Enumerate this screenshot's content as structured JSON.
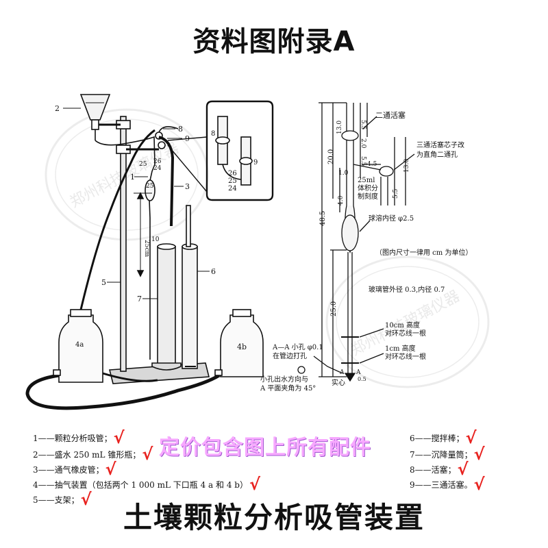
{
  "title_top": "资料图附录A",
  "title_bottom": "土壤颗粒分析吸管装置",
  "banner": "定价包含图上所有配件",
  "watermark": "郑州科技玻璃仪器",
  "legend_left": [
    {
      "label": "1——颗粒分析吸管；",
      "check": "√"
    },
    {
      "label": "2——盛水 250 mL 锥形瓶；",
      "check": "√"
    },
    {
      "label": "3——通气橡皮管；",
      "check": "√"
    },
    {
      "label": "4——抽气装置（包括两个 1 000 mL 下口瓶 4 a 和 4 b）",
      "check": "√"
    },
    {
      "label": "5——支架；",
      "check": "√"
    }
  ],
  "legend_right": [
    {
      "label": "6——搅拌棒；",
      "check": "√"
    },
    {
      "label": "7——沉降量筒；",
      "check": "√"
    },
    {
      "label": "8——活塞；",
      "check": "√"
    },
    {
      "label": "9——三通活塞。",
      "check": "√"
    }
  ],
  "left_labels": {
    "n1": "1",
    "n2": "2",
    "n3": "3",
    "n4a": "4a",
    "n4b": "4b",
    "n5": "5",
    "n6": "6",
    "n7": "7",
    "n8": "8",
    "n9": "9",
    "m25a": "25",
    "m26a": "26",
    "m24a": "24",
    "m25b": "25",
    "dim25": "25cm",
    "m10": "10",
    "inset26": "26",
    "inset25": "25",
    "inset24": "24",
    "inset8": "8",
    "inset9": "9"
  },
  "right_labels": {
    "two_way": "二通活塞",
    "three_way_1": "三通活塞芯子改",
    "three_way_2": "为直角二通孔",
    "vol_1": "25ml",
    "vol_2": "体积分",
    "vol_3": "制刻度",
    "bulb": "球溶内径 φ2.5",
    "unit_note": "（图内尺寸一律用 cm 为单位）",
    "glass_tube": "玻璃管外径 0.3,内径 0.7",
    "h10_1": "10cm 高度",
    "h10_2": "对环芯线一根",
    "h1_1": "1cm 高度",
    "h1_2": "对环芯线一根",
    "hole_1": "A—A 小孔 φ0.1",
    "hole_2": "在管边打孔",
    "hole_3": "小孔出水方向与",
    "hole_4": "A 平面夹角为 45°",
    "solid": "实心",
    "A1": "A",
    "A2": "A",
    "d05": "0.5",
    "d200": "20.0",
    "d130": "13.0",
    "d55a": "5.5",
    "d20": "2.0",
    "d55b": "5.5",
    "d45": "4.5",
    "d40": "4.0",
    "d10": "1.0",
    "d130b": "13.0",
    "d55c": "5.5",
    "d485": "48.5",
    "d250": "25.0"
  }
}
